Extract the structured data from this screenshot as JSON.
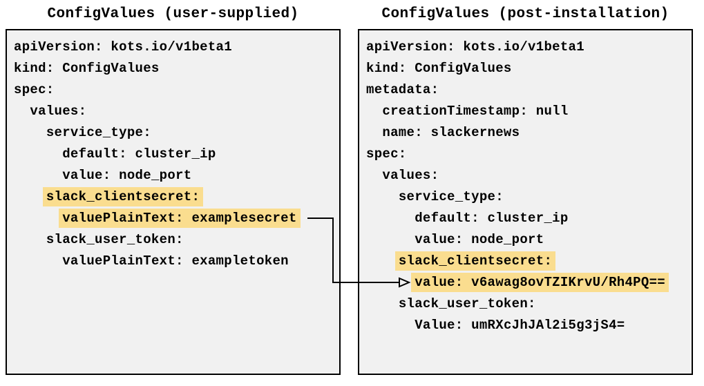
{
  "colors": {
    "highlight": "#fadd8f",
    "panel_background": "#f1f1f1",
    "panel_border": "#000000",
    "text": "#000000",
    "arrow": "#000000"
  },
  "left_panel": {
    "title": "ConfigValues (user-supplied)",
    "lines": [
      {
        "indent": 0,
        "text": "apiVersion: kots.io/v1beta1",
        "highlight": false
      },
      {
        "indent": 0,
        "text": "kind: ConfigValues",
        "highlight": false
      },
      {
        "indent": 0,
        "text": "spec:",
        "highlight": false
      },
      {
        "indent": 2,
        "text": "values:",
        "highlight": false
      },
      {
        "indent": 4,
        "text": "service_type:",
        "highlight": false
      },
      {
        "indent": 6,
        "text": "default: cluster_ip",
        "highlight": false
      },
      {
        "indent": 6,
        "text": "value: node_port",
        "highlight": false
      },
      {
        "indent": 4,
        "text": "slack_clientsecret:",
        "highlight": true,
        "id": "left-secret-key"
      },
      {
        "indent": 6,
        "text": "valuePlainText: examplesecret",
        "highlight": true,
        "id": "left-secret-value"
      },
      {
        "indent": 4,
        "text": "slack_user_token:",
        "highlight": false
      },
      {
        "indent": 6,
        "text": "valuePlainText: exampletoken",
        "highlight": false
      }
    ]
  },
  "right_panel": {
    "title": "ConfigValues (post-installation)",
    "lines": [
      {
        "indent": 0,
        "text": "apiVersion: kots.io/v1beta1",
        "highlight": false
      },
      {
        "indent": 0,
        "text": "kind: ConfigValues",
        "highlight": false
      },
      {
        "indent": 0,
        "text": "metadata:",
        "highlight": false
      },
      {
        "indent": 2,
        "text": "creationTimestamp: null",
        "highlight": false
      },
      {
        "indent": 2,
        "text": "name: slackernews",
        "highlight": false
      },
      {
        "indent": 0,
        "text": "spec:",
        "highlight": false
      },
      {
        "indent": 2,
        "text": "values:",
        "highlight": false
      },
      {
        "indent": 4,
        "text": "service_type:",
        "highlight": false
      },
      {
        "indent": 6,
        "text": "default: cluster_ip",
        "highlight": false
      },
      {
        "indent": 6,
        "text": "value: node_port",
        "highlight": false
      },
      {
        "indent": 4,
        "text": "slack_clientsecret:",
        "highlight": true,
        "id": "right-secret-key"
      },
      {
        "indent": 6,
        "text": "value: v6awag8ovTZIKrvU/Rh4PQ==",
        "highlight": true,
        "id": "right-secret-value"
      },
      {
        "indent": 4,
        "text": "slack_user_token:",
        "highlight": false
      },
      {
        "indent": 6,
        "text": "Value: umRXcJhJAl2i5g3jS4=",
        "highlight": false
      }
    ]
  },
  "arrow": {
    "from_line": "left-secret-value",
    "to_line": "right-secret-value"
  }
}
